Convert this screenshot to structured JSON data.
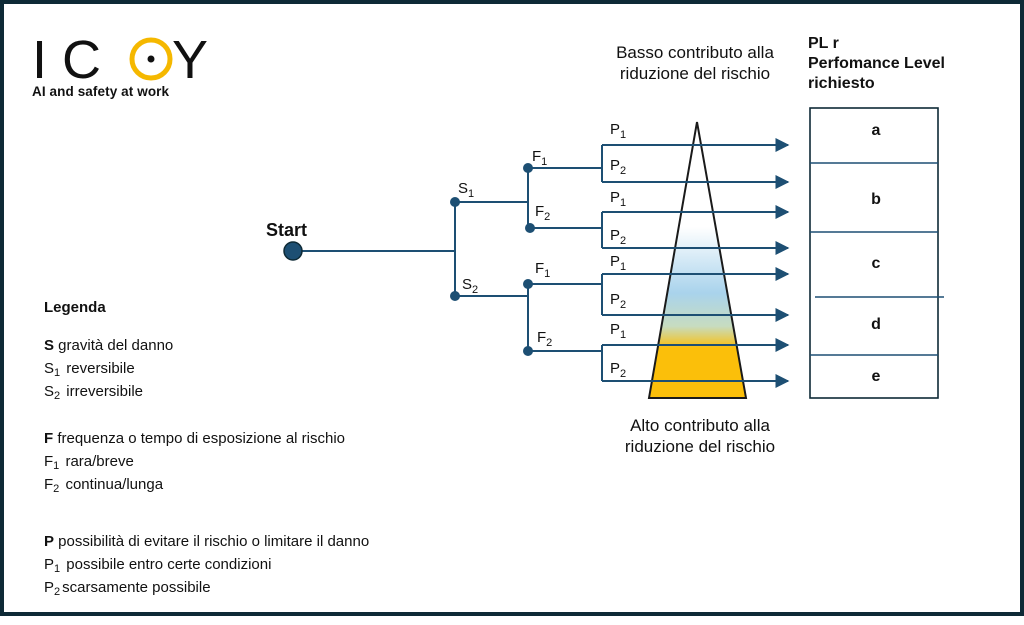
{
  "logo": {
    "letters": [
      "I",
      "C",
      "Y"
    ],
    "tagline": "AI and safety at work",
    "accent_color": "#f5b800"
  },
  "colors": {
    "frame": "#0e2a36",
    "node": "#1d4f73",
    "line": "#1d4f73",
    "triangle_top": "#ffffff",
    "triangle_mid": "#a9d3ec",
    "triangle_bottom": "#fbbf0a"
  },
  "start_label": "Start",
  "tree": {
    "s1": {
      "letter": "S",
      "sub": "1"
    },
    "s2": {
      "letter": "S",
      "sub": "2"
    },
    "f1_upper": {
      "letter": "F",
      "sub": "1"
    },
    "f2_upper": {
      "letter": "F",
      "sub": "2"
    },
    "f1_lower": {
      "letter": "F",
      "sub": "1"
    },
    "f2_lower": {
      "letter": "F",
      "sub": "2"
    },
    "p_labels": [
      {
        "letter": "P",
        "sub": "1"
      },
      {
        "letter": "P",
        "sub": "2"
      },
      {
        "letter": "P",
        "sub": "1"
      },
      {
        "letter": "P",
        "sub": "2"
      },
      {
        "letter": "P",
        "sub": "1"
      },
      {
        "letter": "P",
        "sub": "2"
      },
      {
        "letter": "P",
        "sub": "1"
      },
      {
        "letter": "P",
        "sub": "2"
      }
    ]
  },
  "captions": {
    "top": "Basso contributo alla riduzione del rischio",
    "bottom": "Alto contributo alla riduzione del rischio"
  },
  "pl": {
    "header_line1": "PL r",
    "header_line2": "Perfomance Level",
    "header_line3": "richiesto",
    "levels": [
      "a",
      "b",
      "c",
      "d",
      "e"
    ]
  },
  "legend": {
    "title": "Legenda",
    "s": {
      "key": "S",
      "text": " gravità del danno",
      "items": [
        {
          "letter": "S",
          "sub": "1",
          "text": " reversibile"
        },
        {
          "letter": "S",
          "sub": "2",
          "text": " irreversibile"
        }
      ]
    },
    "f": {
      "key": "F",
      "text": " frequenza o tempo di esposizione al rischio",
      "items": [
        {
          "letter": "F",
          "sub": "1",
          "text": " rara/breve"
        },
        {
          "letter": "F",
          "sub": "2",
          "text": " continua/lunga"
        }
      ]
    },
    "p": {
      "key": "P",
      "text": " possibilità di evitare il rischio o limitare il danno",
      "items": [
        {
          "letter": "P",
          "sub": "1",
          "text": " possibile entro certe condizioni"
        },
        {
          "letter": "P",
          "sub": "2",
          "text": "scarsamente possibile"
        }
      ]
    }
  }
}
